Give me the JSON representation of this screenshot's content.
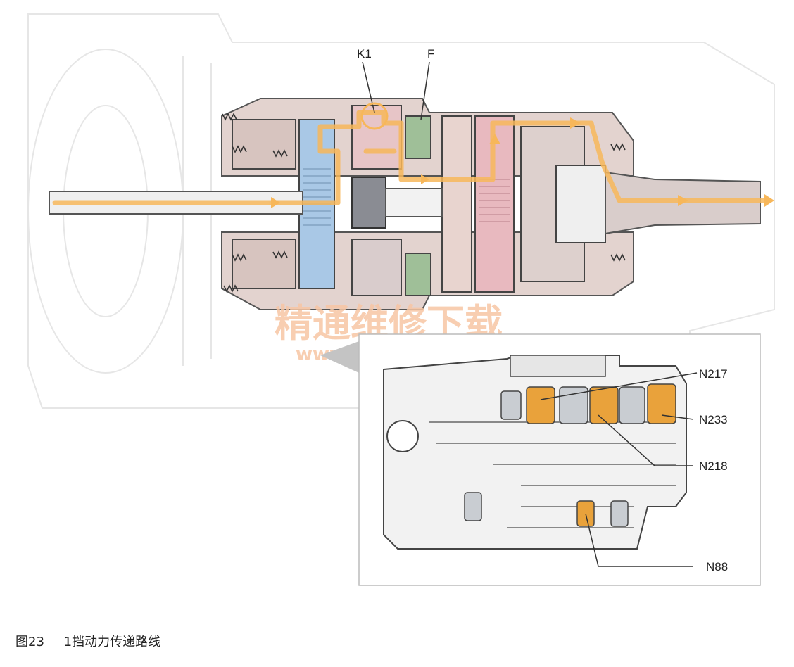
{
  "labels": {
    "k1": "K1",
    "f": "F",
    "n217": "N217",
    "n233": "N233",
    "n218": "N218",
    "n88": "N88"
  },
  "watermark": {
    "cn": "精通维修下载",
    "url": "www.gzweix.com"
  },
  "caption": {
    "fig": "图23",
    "text": "1挡动力传递路线"
  },
  "colors": {
    "power_flow": "#f7b75a",
    "solenoid_active": "#e9a23b",
    "solenoid_inactive": "#c9cdd2",
    "planetary_blue": "#a9c8e6",
    "planetary_pink": "#e8b9bf",
    "freewheel_green": "#9fbf98",
    "housing": "#d9c7c2"
  }
}
